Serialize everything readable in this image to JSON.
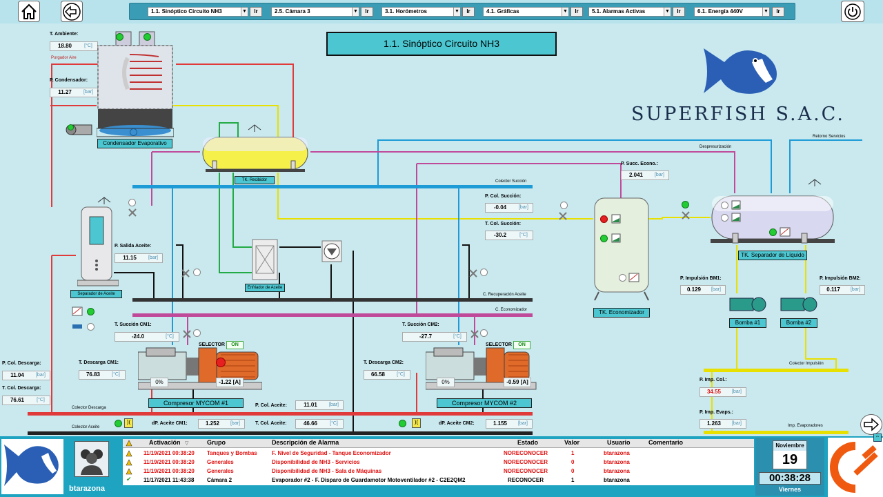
{
  "nav": {
    "selectors": [
      {
        "label": "1.1. Sinóptico Circuito NH3",
        "go": "Ir"
      },
      {
        "label": "2.5. Cámara 3",
        "go": "Ir"
      },
      {
        "label": "3.1. Horómetros",
        "go": "Ir"
      },
      {
        "label": "4.1. Gráficas",
        "go": "Ir"
      },
      {
        "label": "5.1. Alarmas Activas",
        "go": "Ir"
      },
      {
        "label": "6.1. Energía 440V",
        "go": "Ir"
      }
    ]
  },
  "page_title": "1.1. Sinóptico Circuito NH3",
  "brand": "SUPERFISH S.A.C.",
  "left": {
    "t_ambiente": {
      "label": "T. Ambiente:",
      "value": "18.80",
      "unit": "[°C]"
    },
    "purgador": "Purgador Aire",
    "p_condensador": {
      "label": "P. Condensador:",
      "value": "11.27",
      "unit": "[bar]"
    },
    "condensador": "Condensador Evaporativo",
    "p_salida_aceite": {
      "label": "P. Salida Aceite:",
      "value": "11.15",
      "unit": "[bar]"
    },
    "separador_aceite": "Separador de Aceite",
    "p_col_descarga": {
      "label": "P. Col. Descarga:",
      "value": "11.04",
      "unit": "[bar]"
    },
    "t_col_descarga": {
      "label": "T. Col. Descarga:",
      "value": "76.61",
      "unit": "[°C]"
    }
  },
  "center": {
    "tk_recibidor": "TK. Recibidor",
    "colector_succion": "Colector Succión",
    "p_col_succion": {
      "label": "P. Col. Succión:",
      "value": "-0.04",
      "unit": "[bar]"
    },
    "t_col_succion": {
      "label": "T. Col. Succión:",
      "value": "-30.2",
      "unit": "[°C]"
    },
    "enfriador": "Enfriador de Aceite",
    "c_recuperacion": "C. Recuperación Aceite",
    "c_economizador": "C. Economizador",
    "t_succion_cm1": {
      "label": "T. Succión CM1:",
      "value": "-24.0",
      "unit": "[°C]"
    },
    "t_descarga_cm1": {
      "label": "T. Descarga CM1:",
      "value": "76.83",
      "unit": "[°C]"
    },
    "selector_label": "SELECTOR",
    "selector_cm1": "ON",
    "cm1_pct": "0%",
    "cm1_amp": "-1.22 [A]",
    "compresor1": "Compresor MYCOM #1",
    "p_col_aceite": {
      "label": "P. Col. Aceite:",
      "value": "11.01",
      "unit": "[bar]"
    },
    "dp_aceite_cm1": {
      "label": "dP. Aceite CM1:",
      "value": "1.252",
      "unit": "[bar]"
    },
    "t_col_aceite": {
      "label": "T. Col. Aceite:",
      "value": "46.66",
      "unit": "[°C]"
    },
    "t_succion_cm2": {
      "label": "T. Succión CM2:",
      "value": "-27.7",
      "unit": "[°C]"
    },
    "t_descarga_cm2": {
      "label": "T. Descarga CM2:",
      "value": "66.58",
      "unit": "[°C]"
    },
    "selector_cm2": "ON",
    "cm2_pct": "0%",
    "cm2_amp": "-0.59 [A]",
    "compresor2": "Compresor MYCOM #2",
    "dp_aceite_cm2": {
      "label": "dP. Aceite CM2:",
      "value": "1.155",
      "unit": "[bar]"
    },
    "colector_descarga": "Colector Descarga",
    "colector_aceite": "Colector Aceite",
    "p_succ_econo": {
      "label": "P. Succ. Econo.:",
      "value": "2.041",
      "unit": "[bar]"
    },
    "tk_economizador": "TK. Economizador"
  },
  "right": {
    "despresurizacion": "Despresurización",
    "retorno": "Retorno Servicios",
    "tk_separador": "TK. Separador de Líquido",
    "p_impulsion_bm1": {
      "label": "P. Impulsión BM1:",
      "value": "0.129",
      "unit": "[bar]"
    },
    "p_impulsion_bm2": {
      "label": "P. Impulsión BM2:",
      "value": "0.117",
      "unit": "[bar]"
    },
    "bomba1": "Bomba #1",
    "bomba2": "Bomba #2",
    "colector_impulsion": "Colector Impulsión",
    "p_imp_col": {
      "label": "P. Imp. Col.:",
      "value": "34.55",
      "unit": "[bar]"
    },
    "p_imp_evaps": {
      "label": "P. Imp. Evaps.:",
      "value": "1.263",
      "unit": "[bar]"
    },
    "imp_evaporadores": "Imp. Evaporadores"
  },
  "alarms": {
    "headers": {
      "activacion": "Activación",
      "grupo": "Grupo",
      "descripcion": "Descripción de Alarma",
      "estado": "Estado",
      "valor": "Valor",
      "usuario": "Usuario",
      "comentario": "Comentario"
    },
    "rows": [
      {
        "time": "11/19/2021 00:38:20",
        "group": "Tanques y Bombas",
        "desc": "F. Nivel de Seguridad - Tanque Economizador",
        "state": "NORECONOCER",
        "value": "1",
        "user": "btarazona"
      },
      {
        "time": "11/19/2021 00:38:20",
        "group": "Generales",
        "desc": "Disponibilidad de NH3 - Servicios",
        "state": "NORECONOCER",
        "value": "0",
        "user": "btarazona"
      },
      {
        "time": "11/19/2021 00:38:20",
        "group": "Generales",
        "desc": "Disponibilidad de NH3 - Sala de Máquinas",
        "state": "NORECONOCER",
        "value": "0",
        "user": "btarazona"
      },
      {
        "time": "11/17/2021 11:43:38",
        "group": "Cámara 2",
        "desc": "Evaporador #2 - F. Disparo de Guardamotor Motoventilador #2 - C2E2QM2",
        "state": "RECONOCER",
        "value": "1",
        "user": "btarazona"
      }
    ]
  },
  "user": "btarazona",
  "date": {
    "month": "Noviembre",
    "day": "19",
    "time": "00:38:28",
    "weekday": "Viernes"
  },
  "colors": {
    "accent": "#4cc6d0",
    "alarm_red": "#e01010",
    "pipe_blue": "#1c9bd6",
    "pipe_red": "#e03a3a",
    "pipe_yellow": "#e8e000",
    "pipe_pink": "#c04a9a",
    "pipe_green": "#22aa44"
  }
}
